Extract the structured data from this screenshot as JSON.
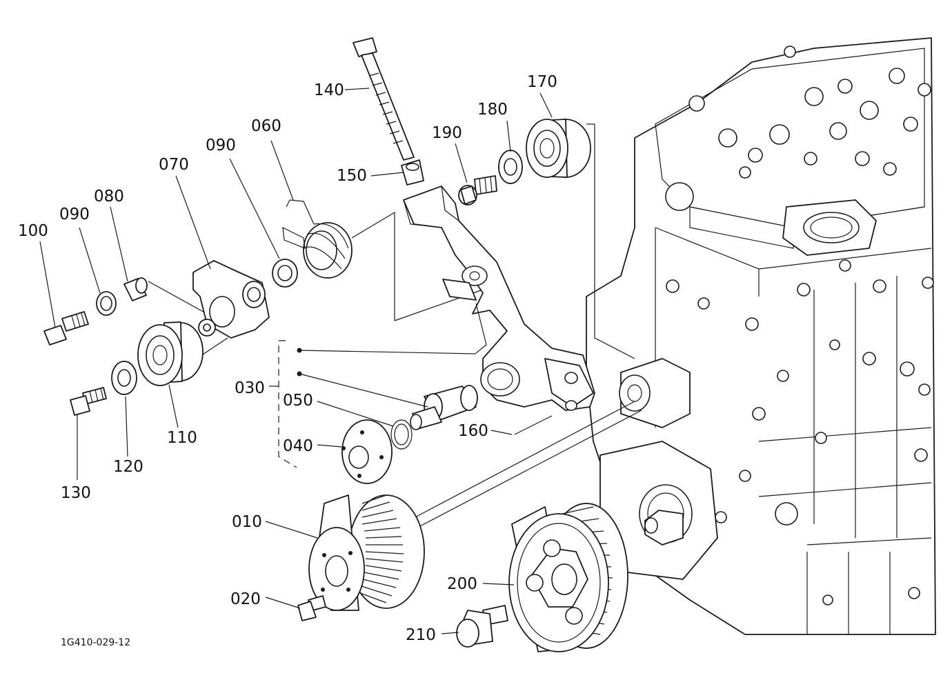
{
  "diagram": {
    "reference_code": "1G410-029-12",
    "callouts": [
      {
        "id": "010",
        "label": "010"
      },
      {
        "id": "020",
        "label": "020"
      },
      {
        "id": "030",
        "label": "030"
      },
      {
        "id": "040",
        "label": "040"
      },
      {
        "id": "050",
        "label": "050"
      },
      {
        "id": "060",
        "label": "060"
      },
      {
        "id": "070",
        "label": "070"
      },
      {
        "id": "080",
        "label": "080"
      },
      {
        "id": "090a",
        "label": "090"
      },
      {
        "id": "090b",
        "label": "090"
      },
      {
        "id": "100",
        "label": "100"
      },
      {
        "id": "110",
        "label": "110"
      },
      {
        "id": "120",
        "label": "120"
      },
      {
        "id": "130",
        "label": "130"
      },
      {
        "id": "140",
        "label": "140"
      },
      {
        "id": "150",
        "label": "150"
      },
      {
        "id": "160",
        "label": "160"
      },
      {
        "id": "170",
        "label": "170"
      },
      {
        "id": "180",
        "label": "180"
      },
      {
        "id": "190",
        "label": "190"
      },
      {
        "id": "200",
        "label": "200"
      },
      {
        "id": "210",
        "label": "210"
      }
    ]
  }
}
